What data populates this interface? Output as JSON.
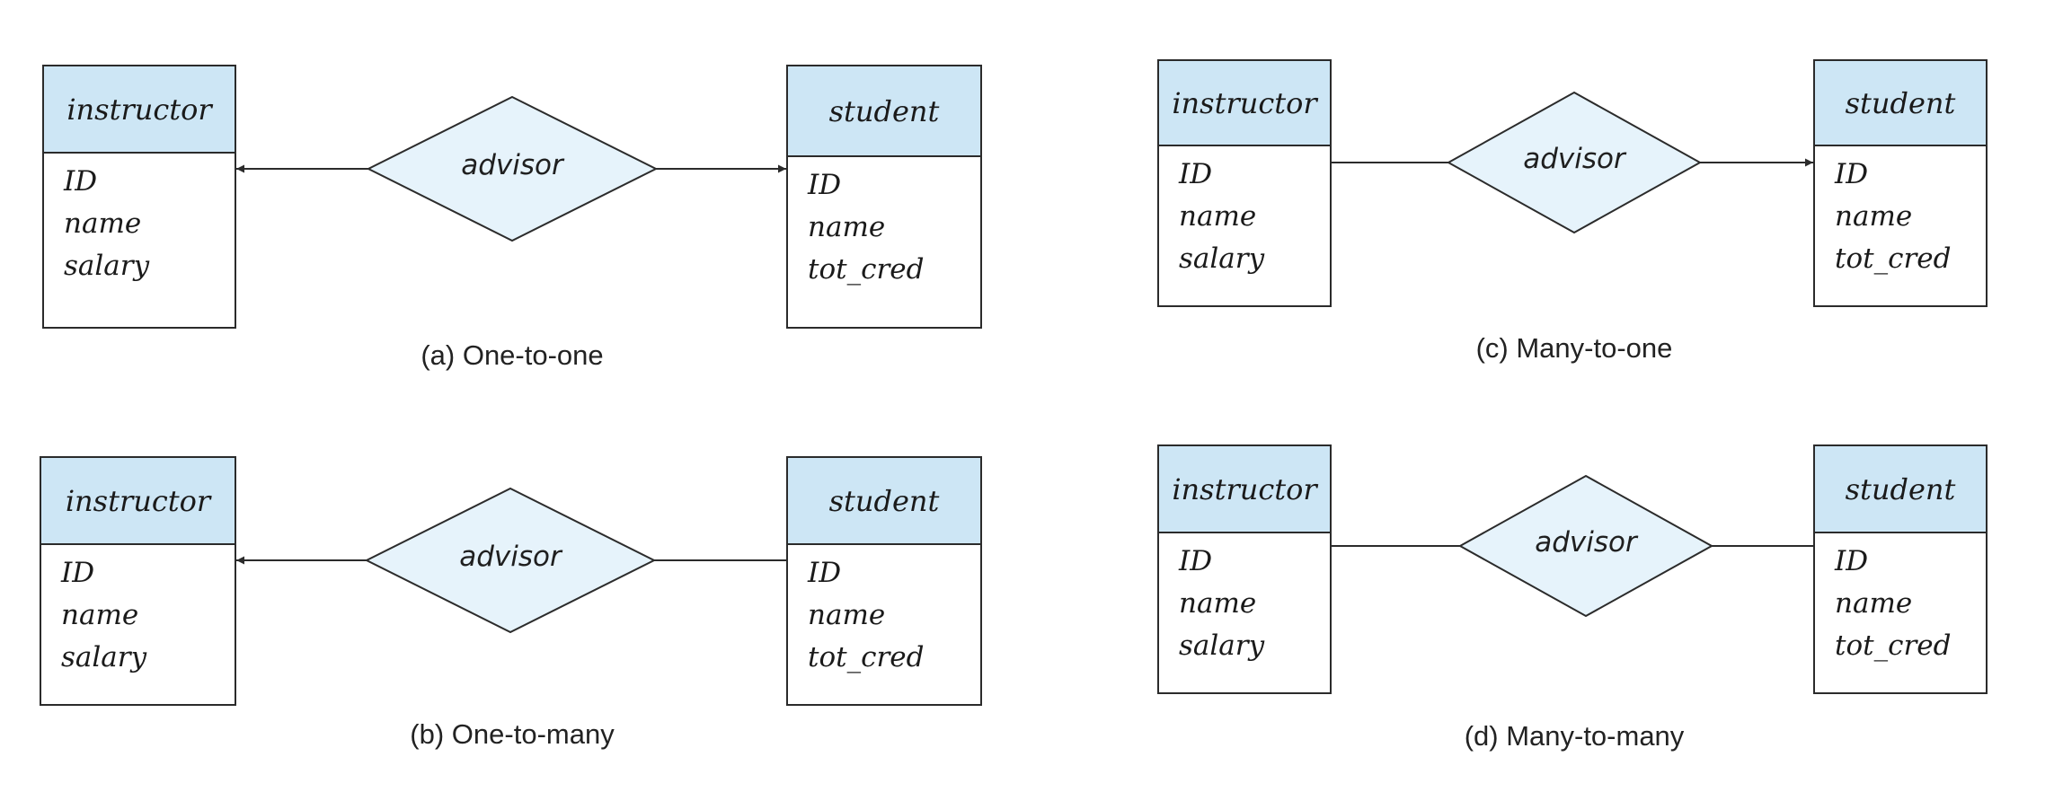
{
  "colors": {
    "entity_header_fill": "#cde6f5",
    "relationship_fill": "#e6f3fb",
    "stroke": "#2b2b2b",
    "background": "#ffffff"
  },
  "diagrams": [
    {
      "caption": "(a) One-to-one",
      "relationship": "advisor",
      "left_entity": {
        "name": "instructor",
        "attributes": [
          "ID",
          "name",
          "salary"
        ]
      },
      "right_entity": {
        "name": "student",
        "attributes": [
          "ID",
          "name",
          "tot_cred"
        ]
      },
      "left_arrow": true,
      "right_arrow": true
    },
    {
      "caption": "(b) One-to-many",
      "relationship": "advisor",
      "left_entity": {
        "name": "instructor",
        "attributes": [
          "ID",
          "name",
          "salary"
        ]
      },
      "right_entity": {
        "name": "student",
        "attributes": [
          "ID",
          "name",
          "tot_cred"
        ]
      },
      "left_arrow": true,
      "right_arrow": false
    },
    {
      "caption": "(c) Many-to-one",
      "relationship": "advisor",
      "left_entity": {
        "name": "instructor",
        "attributes": [
          "ID",
          "name",
          "salary"
        ]
      },
      "right_entity": {
        "name": "student",
        "attributes": [
          "ID",
          "name",
          "tot_cred"
        ]
      },
      "left_arrow": false,
      "right_arrow": true
    },
    {
      "caption": "(d) Many-to-many",
      "relationship": "advisor",
      "left_entity": {
        "name": "instructor",
        "attributes": [
          "ID",
          "name",
          "salary"
        ]
      },
      "right_entity": {
        "name": "student",
        "attributes": [
          "ID",
          "name",
          "tot_cred"
        ]
      },
      "left_arrow": false,
      "right_arrow": false
    }
  ]
}
